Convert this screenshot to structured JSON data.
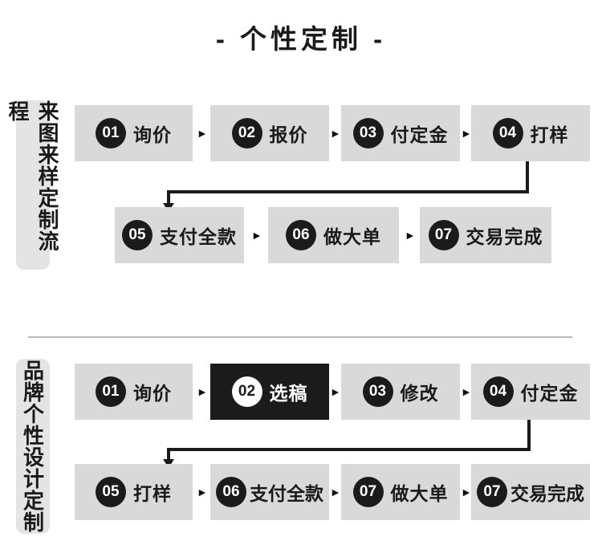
{
  "title": "- 个性定制 -",
  "icons": {
    "arrow_right": "►"
  },
  "colors": {
    "step_box_bg": "#d9d9d9",
    "label_box_bg": "#e4e4e4",
    "highlight_bg": "#1b1b1b",
    "highlight_text": "#ffffff",
    "ink": "#1a1a1a",
    "divider": "#b8b8b8"
  },
  "sections": [
    {
      "label": "来图来样定制流程",
      "rows": [
        {
          "steps": [
            {
              "num": "01",
              "text": "询价"
            },
            {
              "num": "02",
              "text": "报价"
            },
            {
              "num": "03",
              "text": "付定金"
            },
            {
              "num": "04",
              "text": "打样"
            }
          ]
        },
        {
          "steps": [
            {
              "num": "05",
              "text": "支付全款"
            },
            {
              "num": "06",
              "text": "做大单"
            },
            {
              "num": "07",
              "text": "交易完成"
            }
          ]
        }
      ]
    },
    {
      "label": "品牌个性设计定制",
      "rows": [
        {
          "steps": [
            {
              "num": "01",
              "text": "询价"
            },
            {
              "num": "02",
              "text": "选稿",
              "highlight": true
            },
            {
              "num": "03",
              "text": "修改"
            },
            {
              "num": "04",
              "text": "付定金"
            }
          ]
        },
        {
          "steps": [
            {
              "num": "05",
              "text": "打样"
            },
            {
              "num": "06",
              "text": "支付全款"
            },
            {
              "num": "07",
              "text": "做大单"
            },
            {
              "num": "07",
              "text": "交易完成"
            }
          ]
        }
      ]
    }
  ]
}
